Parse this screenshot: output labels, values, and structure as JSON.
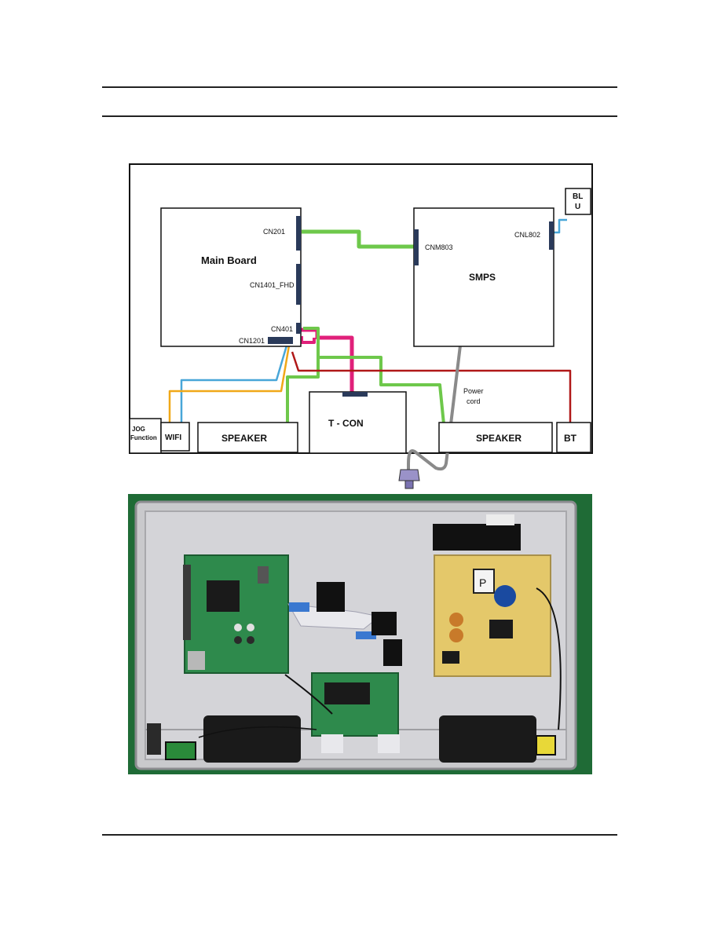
{
  "diagram": {
    "boards": {
      "main_board": "Main Board",
      "smps": "SMPS",
      "tcon": "T - CON",
      "speaker_left": "SPEAKER",
      "speaker_right": "SPEAKER",
      "bt": "BT",
      "wifi": "WIFI",
      "blu_line1": "BL",
      "blu_line2": "U",
      "jog_line1": "JOG",
      "jog_line2": "Function"
    },
    "connectors": {
      "cn201": "CN201",
      "cn1401": "CN1401_FHD",
      "cn401": "CN401",
      "cn1201": "CN1201",
      "cnm803": "CNM803",
      "cnl802": "CNL802"
    },
    "power_cord_line1": "Power",
    "power_cord_line2": "cord"
  },
  "photo": {
    "sticker": "P"
  },
  "colors": {
    "green": "#6ec84b",
    "magenta": "#e0207a",
    "red": "#b01818",
    "blue": "#48a6d8",
    "orange": "#f0a818",
    "gray": "#8a8a8a",
    "connector": "#2a3a5a"
  }
}
